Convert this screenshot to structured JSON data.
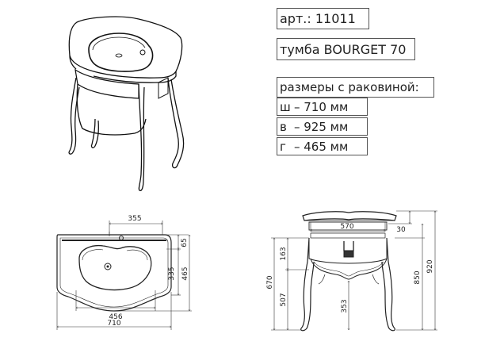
{
  "header": {
    "article": "арт.: 11011",
    "model": "тумба BOURGET 70"
  },
  "dimensions_box": {
    "title": "размеры с раковиной:",
    "rows": [
      {
        "key": "ш",
        "value": "– 710 мм"
      },
      {
        "key": "в",
        "value": "– 925 мм"
      },
      {
        "key": "г",
        "value": "– 465 мм"
      }
    ]
  },
  "top_view": {
    "dim_top": "355",
    "dim_right_small": "65",
    "dim_right_mid": "335",
    "dim_right_full": "465",
    "dim_bottom_inner": "456",
    "dim_bottom_full": "710"
  },
  "front_view": {
    "dim_top": "570",
    "dim_right_small": "30",
    "dim_right_mid": "850",
    "dim_right_full": "920",
    "dim_left_upper": "163",
    "dim_left_mid": "507",
    "dim_left_full": "670",
    "dim_inner": "353"
  }
}
